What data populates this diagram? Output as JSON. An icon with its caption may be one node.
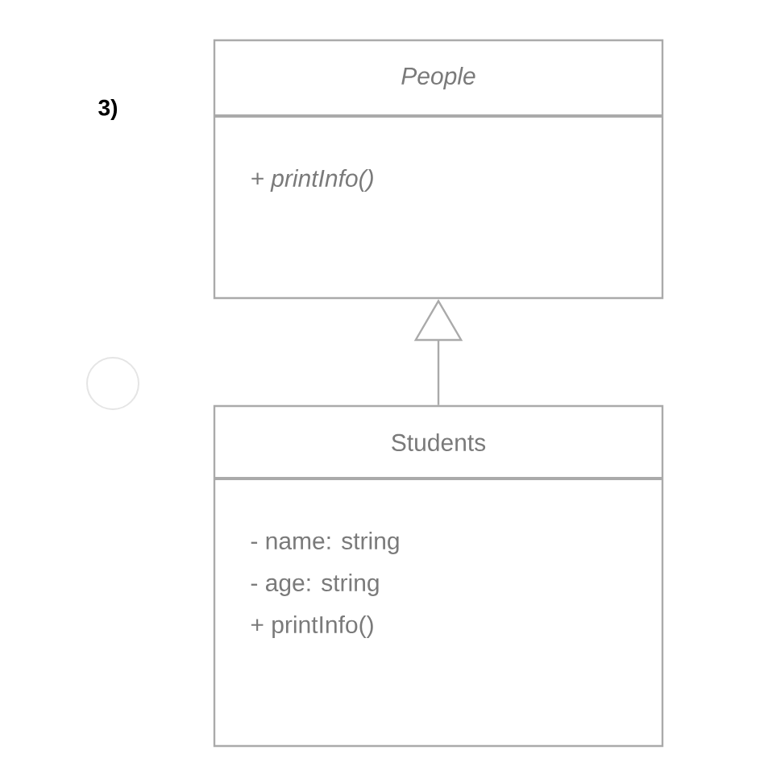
{
  "diagram": {
    "nodes": [
      {
        "text": [
          "People",
          "+ printInfo()"
        ]
      },
      {
        "text": [
          "Students",
          "- name: string",
          "- age: string",
          "+ printInfo()"
        ]
      }
    ],
    "edges": [
      {
        "from": 1,
        "to": 0,
        "arrow": "to"
      }
    ],
    "labels": [
      "3)"
    ]
  }
}
